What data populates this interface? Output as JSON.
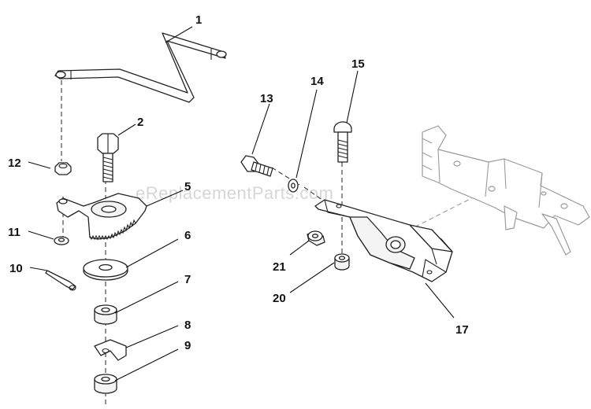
{
  "watermark": "eReplacementParts.com",
  "callouts": {
    "c1": "1",
    "c2": "2",
    "c5": "5",
    "c6": "6",
    "c7": "7",
    "c8": "8",
    "c9": "9",
    "c10": "10",
    "c11": "11",
    "c12": "12",
    "c13": "13",
    "c14": "14",
    "c15": "15",
    "c17": "17",
    "c20": "20",
    "c21": "21"
  }
}
